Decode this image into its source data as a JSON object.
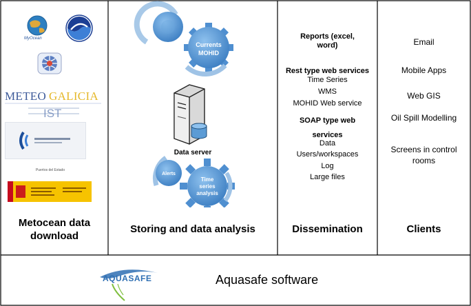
{
  "columns": {
    "metocean": {
      "title_line1": "Metocean data",
      "title_line2": "download",
      "logos": {
        "myocean_caption": "MyOcean",
        "meteogalicia": "METEOGALICIA",
        "ist": "IST",
        "puertos_caption": "Puertos del Estado"
      }
    },
    "storing": {
      "title": "Storing and data analysis",
      "server_label": "Data server",
      "gear_currents_line1": "Currents",
      "gear_currents_line2": "MOHID",
      "gear_alerts": "Alerts",
      "gear_timeseries_line1": "Time",
      "gear_timeseries_line2": "series",
      "gear_timeseries_line3": "analysis"
    },
    "dissemination": {
      "title": "Dissemination",
      "reports_line1": "Reports (excel,",
      "reports_line2": "word)",
      "rest_header": "Rest type web services",
      "rest_items": [
        "Time Series",
        "WMS",
        "MOHID Web service"
      ],
      "soap_header_line1": "SOAP  type web",
      "soap_header_line2": "services",
      "soap_items": [
        "Data",
        "Users/workspaces",
        "Log",
        "Large files"
      ]
    },
    "clients": {
      "title": "Clients",
      "items": [
        "Email",
        "Mobile Apps",
        "Web GIS",
        "Oil Spill Modelling"
      ],
      "screens_line1": "Screens in control",
      "screens_line2": "rooms"
    }
  },
  "footer": {
    "logo_text": "AQUASAFE",
    "title": "Aquasafe software"
  },
  "colors": {
    "grid_line": "#000000",
    "gear_fill": "#5b9bd5",
    "gear_dark": "#2e75b6",
    "meteogalicia_blue": "#3d5a99",
    "meteogalicia_yellow": "#e5b82a",
    "spain_red": "#c60b1e",
    "spain_yellow": "#ffc400",
    "aquasafe_green": "#7fbf3f"
  }
}
